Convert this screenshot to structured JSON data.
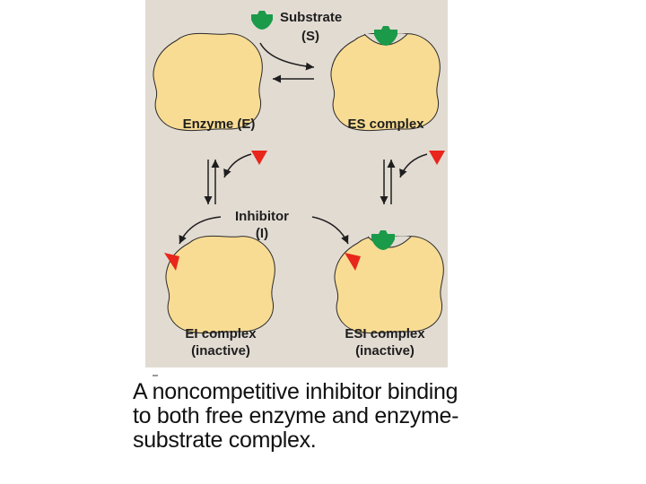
{
  "labels": {
    "substrate_name": "Substrate",
    "substrate_symbol": "(S)",
    "enzyme": "Enzyme (E)",
    "es_complex": "ES complex",
    "inhibitor_name": "Inhibitor",
    "inhibitor_symbol": "(I)",
    "ei_complex": "EI complex",
    "ei_state": "(inactive)",
    "esi_complex": "ESI complex",
    "esi_state": "(inactive)"
  },
  "caption": {
    "line1": "A noncompetitive inhibitor binding",
    "line2": "to both free enzyme and enzyme-",
    "line3": "substrate complex."
  },
  "colors": {
    "background": "#e2dbd2",
    "enzyme": "#f8dc94",
    "substrate": "#1b9a4a",
    "inhibitor": "#e8261c",
    "ink": "#1e1e1e"
  }
}
